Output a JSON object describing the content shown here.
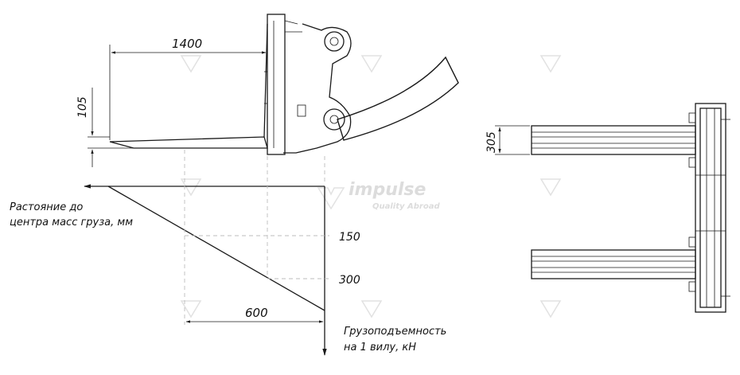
{
  "dimensions": {
    "fork_length": "1400",
    "fork_thickness": "105",
    "fork_width": "305",
    "load_center_range": "600",
    "capacity_tick_1": "150",
    "capacity_tick_2": "300"
  },
  "labels": {
    "x_axis_line1": "Растояние до",
    "x_axis_line2": "центра масс груза, мм",
    "y_axis_line1": "Грузоподъемность",
    "y_axis_line2": "на 1 вилу, кН"
  },
  "watermark": {
    "brand": "impulse",
    "tagline": "Quality Abroad"
  },
  "colors": {
    "ink": "#1a1a1a",
    "guide": "#bdbdbd",
    "watermark": "#dcdcdc"
  }
}
